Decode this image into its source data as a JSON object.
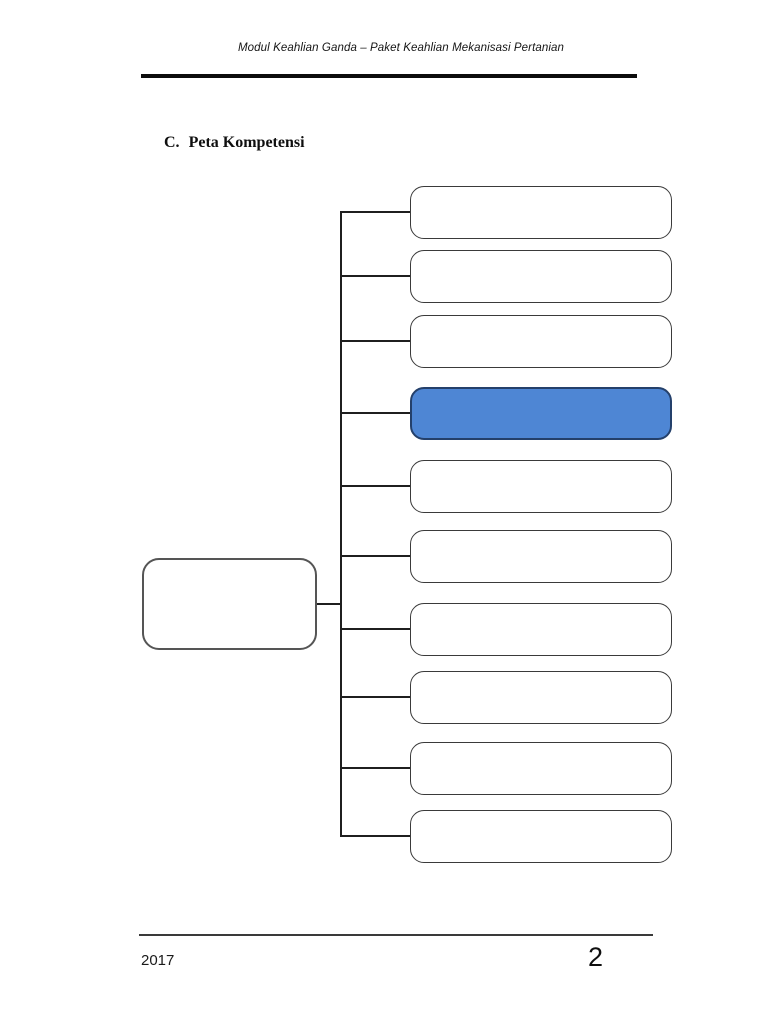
{
  "page": {
    "header": {
      "title": "Modul Keahlian Ganda – Paket Keahlian Mekanisasi Pertanian"
    },
    "section": {
      "number": "C.",
      "title": "Peta Kompetensi"
    },
    "footer": {
      "year": "2017",
      "page_number": "2"
    }
  },
  "diagram": {
    "type": "hierarchy-map",
    "title": "Peta Kompetensi",
    "root": {
      "label": ""
    },
    "children": [
      {
        "label": "",
        "highlighted": false
      },
      {
        "label": "",
        "highlighted": false
      },
      {
        "label": "",
        "highlighted": false
      },
      {
        "label": "",
        "highlighted": true
      },
      {
        "label": "",
        "highlighted": false
      },
      {
        "label": "",
        "highlighted": false
      },
      {
        "label": "",
        "highlighted": false
      },
      {
        "label": "",
        "highlighted": false
      },
      {
        "label": "",
        "highlighted": false
      },
      {
        "label": "",
        "highlighted": false
      }
    ],
    "colors": {
      "highlight_fill": "#4e86d4",
      "highlight_border": "#24406b",
      "box_border": "#3a3a3a",
      "root_border": "#555555",
      "connector": "#1f1f1f"
    }
  }
}
